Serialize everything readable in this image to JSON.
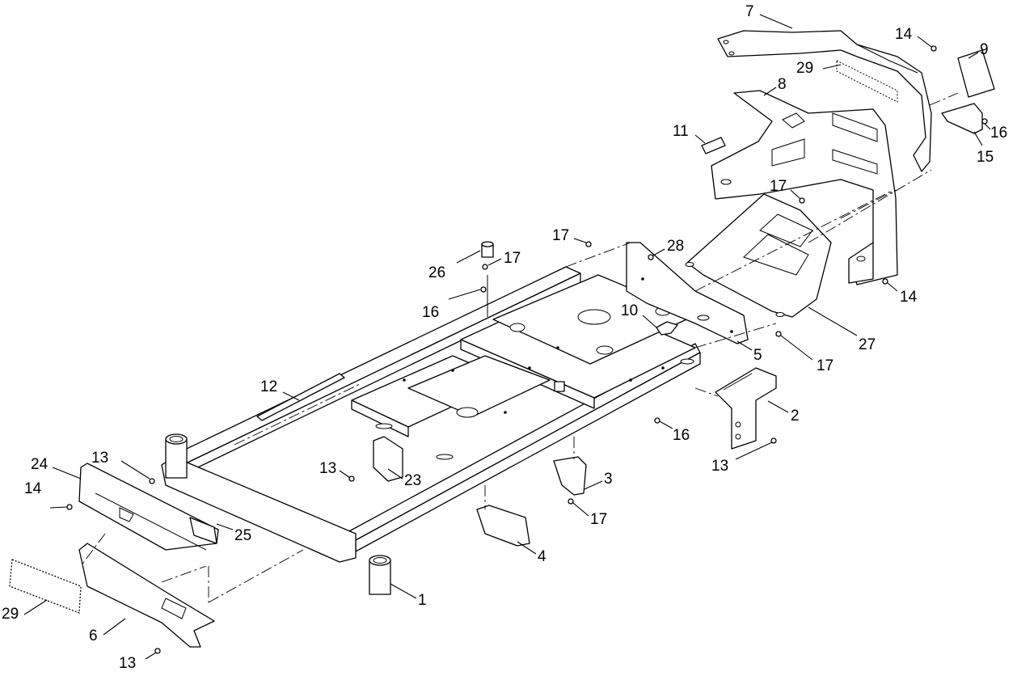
{
  "callouts": [
    {
      "id": "c7",
      "text": "7"
    },
    {
      "id": "c14a",
      "text": "14"
    },
    {
      "id": "c9",
      "text": "9"
    },
    {
      "id": "c29a",
      "text": "29"
    },
    {
      "id": "c8",
      "text": "8"
    },
    {
      "id": "c16a",
      "text": "16"
    },
    {
      "id": "c15",
      "text": "15"
    },
    {
      "id": "c11",
      "text": "11"
    },
    {
      "id": "c17a",
      "text": "17"
    },
    {
      "id": "c17b",
      "text": "17"
    },
    {
      "id": "c28",
      "text": "28"
    },
    {
      "id": "c26",
      "text": "26"
    },
    {
      "id": "c17c",
      "text": "17"
    },
    {
      "id": "c14b",
      "text": "14"
    },
    {
      "id": "c16b",
      "text": "16"
    },
    {
      "id": "c10",
      "text": "10"
    },
    {
      "id": "c27",
      "text": "27"
    },
    {
      "id": "c5",
      "text": "5"
    },
    {
      "id": "c17d",
      "text": "17"
    },
    {
      "id": "c12",
      "text": "12"
    },
    {
      "id": "c2",
      "text": "2"
    },
    {
      "id": "c16c",
      "text": "16"
    },
    {
      "id": "c13a",
      "text": "13"
    },
    {
      "id": "c24",
      "text": "24"
    },
    {
      "id": "c13b",
      "text": "13"
    },
    {
      "id": "c13c",
      "text": "13"
    },
    {
      "id": "c23",
      "text": "23"
    },
    {
      "id": "c3",
      "text": "3"
    },
    {
      "id": "c14c",
      "text": "14"
    },
    {
      "id": "c17e",
      "text": "17"
    },
    {
      "id": "c25",
      "text": "25"
    },
    {
      "id": "c4",
      "text": "4"
    },
    {
      "id": "c1",
      "text": "1"
    },
    {
      "id": "c29b",
      "text": "29"
    },
    {
      "id": "c6",
      "text": "6"
    },
    {
      "id": "c13d",
      "text": "13"
    }
  ]
}
